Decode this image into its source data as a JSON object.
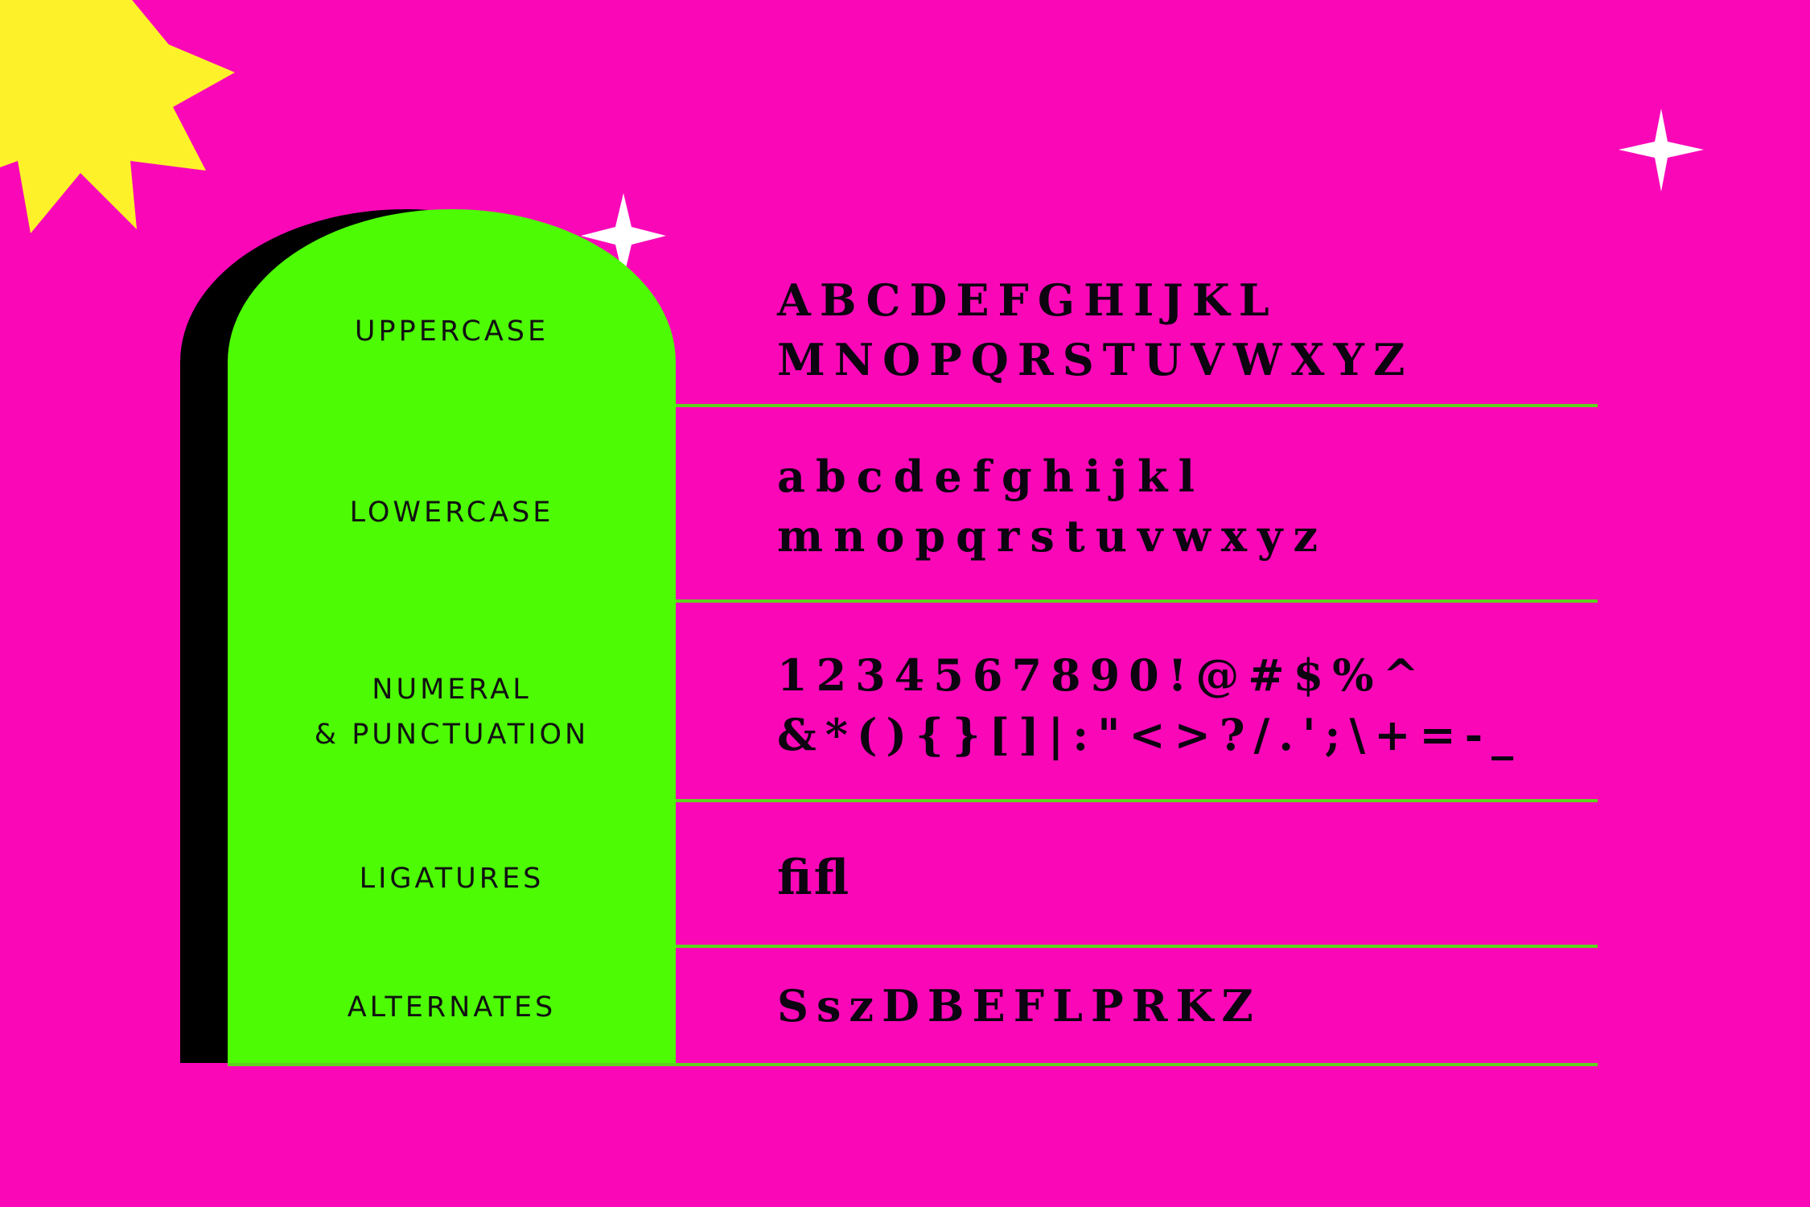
{
  "colors": {
    "background": "#fa08b8",
    "panel": "#4dfb05",
    "panel_shadow": "#000000",
    "divider": "#5fd21e",
    "burst": "#fdf22a",
    "sparkle": "#ffffff",
    "text": "#111111"
  },
  "sections": [
    {
      "label": "UPPERCASE",
      "glyph_lines": [
        "ABCDEFGHIJKL",
        "MNOPQRSTUVWXYZ"
      ]
    },
    {
      "label": "LOWERCASE",
      "glyph_lines": [
        "abcdefghijkl",
        "mnopqrstuvwxyz"
      ]
    },
    {
      "label": "NUMERAL\n& PUNCTUATION",
      "glyph_lines": [
        "1234567890!@#$%^",
        "&*(){}[]|:\"<>?/.';\\+=-_"
      ]
    },
    {
      "label": "LIGATURES",
      "glyph_lines": [
        "ﬁﬂ"
      ]
    },
    {
      "label": "ALTERNATES",
      "glyph_lines": [
        "SszDBEFLPRKZ"
      ]
    }
  ],
  "decorations": {
    "burst_icon": "sun-burst-icon",
    "sparkle_icon": "four-point-sparkle-icon"
  }
}
